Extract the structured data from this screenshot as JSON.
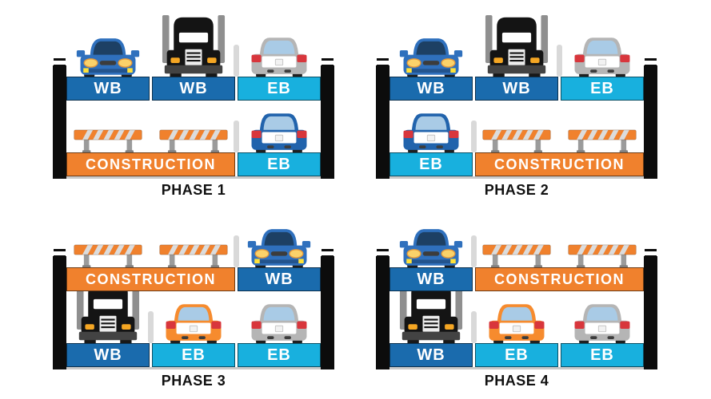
{
  "background": "#ffffff",
  "colors": {
    "wb_bar": "#1a6bad",
    "eb_bar": "#18b0de",
    "construction_bar": "#f0812d",
    "post": "#0c0c0c",
    "divider_post": "#d9d9d9",
    "deck_baseline": "#c9c9c9",
    "lane_text": "#ffffff",
    "phase_text": "#111111",
    "vehicles": {
      "blue_car_body": "#2f70bd",
      "windshield_tint": "#1d4064",
      "rear_window_tint": "#a9cbe6",
      "gray_car_body": "#b5b5b5",
      "dark_blue_car_body": "#2163ac",
      "orange_car_body": "#f68b2e",
      "truck_cab": "#141414",
      "truck_stack": "#8f8f8f",
      "amber_light": "#f5a623",
      "headlight": "#fbd26a",
      "headlight_rim": "#e59a3c",
      "taillight": "#d8363c",
      "marker_light": "#ffe23a",
      "barricade_orange": "#f0812d",
      "barricade_stripe": "#dcdcdc",
      "barricade_leg": "#9b9b9b"
    }
  },
  "phases": [
    {
      "label": "PHASE 1",
      "decks": {
        "top": {
          "bars": [
            {
              "text": "WB",
              "type": "wb",
              "span": 1
            },
            {
              "text": "WB",
              "type": "wb",
              "span": 1
            },
            {
              "text": "EB",
              "type": "eb",
              "span": 1
            }
          ],
          "vehicles": [
            "car-front-blue",
            "truck-front-black",
            "car-rear-gray"
          ],
          "divider_after_lane": 2
        },
        "bottom": {
          "bars": [
            {
              "text": "CONSTRUCTION",
              "type": "construction",
              "span": 2
            },
            {
              "text": "EB",
              "type": "eb",
              "span": 1
            }
          ],
          "vehicles": [
            "barricade",
            "barricade",
            "car-rear-darkblue"
          ],
          "divider_after_lane": 2
        }
      }
    },
    {
      "label": "PHASE 2",
      "decks": {
        "top": {
          "bars": [
            {
              "text": "WB",
              "type": "wb",
              "span": 1
            },
            {
              "text": "WB",
              "type": "wb",
              "span": 1
            },
            {
              "text": "EB",
              "type": "eb",
              "span": 1
            }
          ],
          "vehicles": [
            "car-front-blue",
            "truck-front-black",
            "car-rear-gray"
          ],
          "divider_after_lane": 2
        },
        "bottom": {
          "bars": [
            {
              "text": "EB",
              "type": "eb",
              "span": 1
            },
            {
              "text": "CONSTRUCTION",
              "type": "construction",
              "span": 2
            }
          ],
          "vehicles": [
            "car-rear-darkblue",
            "barricade",
            "barricade"
          ],
          "divider_after_lane": 1
        }
      }
    },
    {
      "label": "PHASE 3",
      "decks": {
        "top": {
          "bars": [
            {
              "text": "CONSTRUCTION",
              "type": "construction",
              "span": 2
            },
            {
              "text": "WB",
              "type": "wb",
              "span": 1
            }
          ],
          "vehicles": [
            "barricade",
            "barricade",
            "car-front-blue"
          ],
          "divider_after_lane": 2
        },
        "bottom": {
          "bars": [
            {
              "text": "WB",
              "type": "wb",
              "span": 1
            },
            {
              "text": "EB",
              "type": "eb",
              "span": 1
            },
            {
              "text": "EB",
              "type": "eb",
              "span": 1
            }
          ],
          "vehicles": [
            "truck-front-black",
            "car-rear-orange",
            "car-rear-gray"
          ],
          "divider_after_lane": 1
        }
      }
    },
    {
      "label": "PHASE 4",
      "decks": {
        "top": {
          "bars": [
            {
              "text": "WB",
              "type": "wb",
              "span": 1
            },
            {
              "text": "CONSTRUCTION",
              "type": "construction",
              "span": 2
            }
          ],
          "vehicles": [
            "car-front-blue",
            "barricade",
            "barricade"
          ],
          "divider_after_lane": 1
        },
        "bottom": {
          "bars": [
            {
              "text": "WB",
              "type": "wb",
              "span": 1
            },
            {
              "text": "EB",
              "type": "eb",
              "span": 1
            },
            {
              "text": "EB",
              "type": "eb",
              "span": 1
            }
          ],
          "vehicles": [
            "truck-front-black",
            "car-rear-orange",
            "car-rear-gray"
          ],
          "divider_after_lane": 1
        }
      }
    }
  ]
}
